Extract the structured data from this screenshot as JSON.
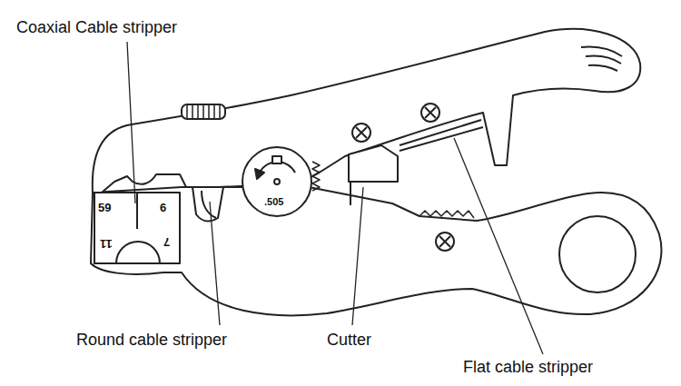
{
  "diagram": {
    "labels": [
      "Coaxial Cable stripper",
      "59",
      "6",
      "11",
      "7",
      ".505",
      "Round cable stripper",
      "Cutter",
      "Flat cable stripper"
    ]
  }
}
